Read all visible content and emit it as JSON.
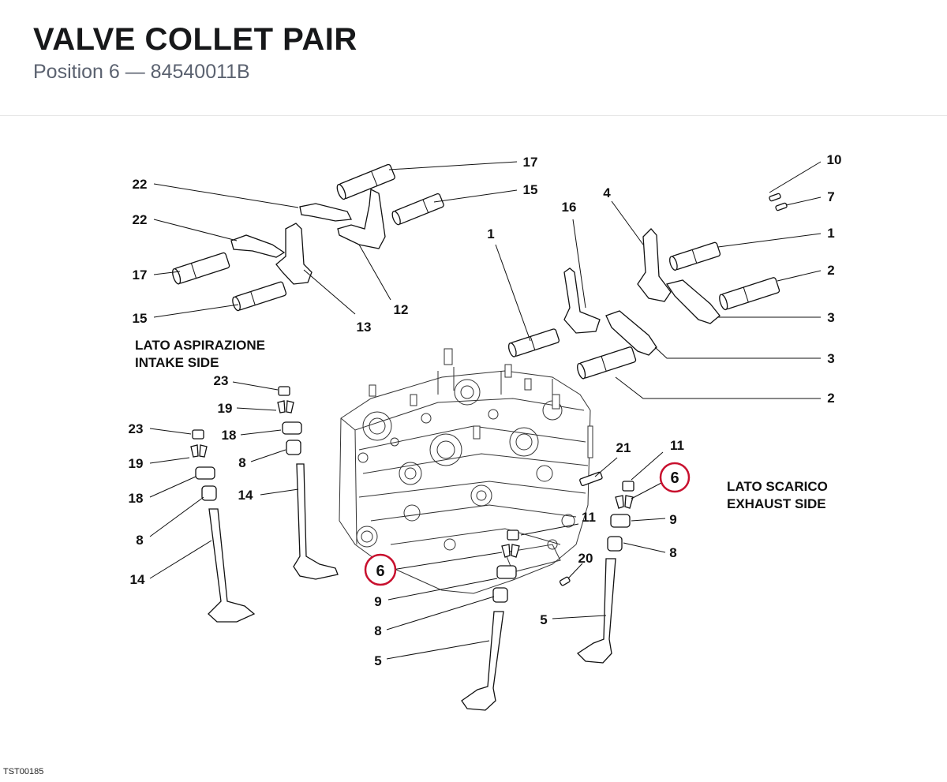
{
  "header": {
    "title": "VALVE COLLET PAIR",
    "subtitle": "Position 6 — 84540011B"
  },
  "diagram_code": "TST00185",
  "side_labels": {
    "intake_line1": "LATO ASPIRAZIONE",
    "intake_line2": "INTAKE SIDE",
    "exhaust_line1": "LATO SCARICO",
    "exhaust_line2": "EXHAUST SIDE"
  },
  "highlight": {
    "label": "6",
    "color": "#c8102e"
  },
  "callouts": [
    {
      "id": "c17a",
      "label": "17"
    },
    {
      "id": "c15a",
      "label": "15"
    },
    {
      "id": "c22a",
      "label": "22"
    },
    {
      "id": "c22b",
      "label": "22"
    },
    {
      "id": "c17b",
      "label": "17"
    },
    {
      "id": "c15b",
      "label": "15"
    },
    {
      "id": "c13",
      "label": "13"
    },
    {
      "id": "c12",
      "label": "12"
    },
    {
      "id": "c1a",
      "label": "1"
    },
    {
      "id": "c16",
      "label": "16"
    },
    {
      "id": "c4",
      "label": "4"
    },
    {
      "id": "c10",
      "label": "10"
    },
    {
      "id": "c7",
      "label": "7"
    },
    {
      "id": "c1b",
      "label": "1"
    },
    {
      "id": "c2a",
      "label": "2"
    },
    {
      "id": "c3a",
      "label": "3"
    },
    {
      "id": "c3b",
      "label": "3"
    },
    {
      "id": "c2b",
      "label": "2"
    },
    {
      "id": "c23a",
      "label": "23"
    },
    {
      "id": "c19a",
      "label": "19"
    },
    {
      "id": "c18a",
      "label": "18"
    },
    {
      "id": "c8a",
      "label": "8"
    },
    {
      "id": "c14a",
      "label": "14"
    },
    {
      "id": "c23b",
      "label": "23"
    },
    {
      "id": "c19b",
      "label": "19"
    },
    {
      "id": "c18b",
      "label": "18"
    },
    {
      "id": "c8b",
      "label": "8"
    },
    {
      "id": "c14b",
      "label": "14"
    },
    {
      "id": "c21",
      "label": "21"
    },
    {
      "id": "c11a",
      "label": "11"
    },
    {
      "id": "c9a",
      "label": "9"
    },
    {
      "id": "c8c",
      "label": "8"
    },
    {
      "id": "c5a",
      "label": "5"
    },
    {
      "id": "c11b",
      "label": "11"
    },
    {
      "id": "c20",
      "label": "20"
    },
    {
      "id": "c9b",
      "label": "9"
    },
    {
      "id": "c8d",
      "label": "8"
    },
    {
      "id": "c5b",
      "label": "5"
    }
  ]
}
